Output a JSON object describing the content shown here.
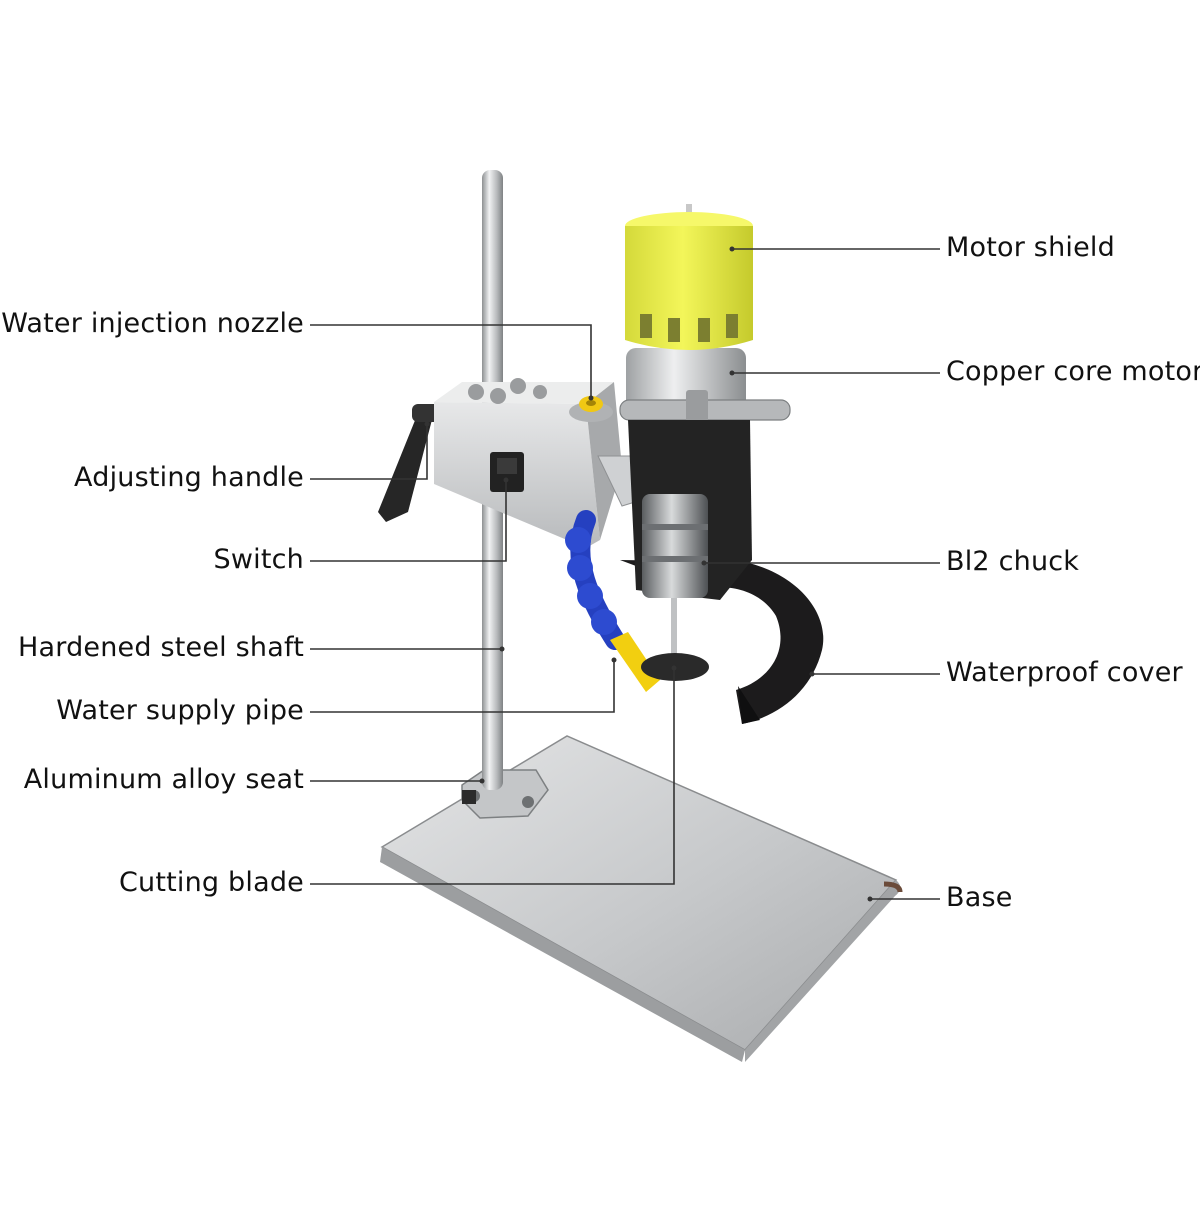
{
  "diagram": {
    "labels_left": [
      {
        "id": "water-injection-nozzle",
        "text": "Water injection nozzle"
      },
      {
        "id": "adjusting-handle",
        "text": "Adjusting handle"
      },
      {
        "id": "switch",
        "text": "Switch"
      },
      {
        "id": "hardened-steel-shaft",
        "text": "Hardened steel shaft"
      },
      {
        "id": "water-supply-pipe",
        "text": "Water supply pipe"
      },
      {
        "id": "aluminum-alloy-seat",
        "text": "Aluminum alloy seat"
      },
      {
        "id": "cutting-blade",
        "text": "Cutting blade"
      }
    ],
    "labels_right": [
      {
        "id": "motor-shield",
        "text": "Motor shield"
      },
      {
        "id": "copper-core-motor",
        "text": "Copper core motor"
      },
      {
        "id": "bl2-chuck",
        "text": "Bl2 chuck"
      },
      {
        "id": "waterproof-cover",
        "text": "Waterproof cover"
      },
      {
        "id": "base",
        "text": "Base"
      }
    ],
    "colors": {
      "background": "#ffffff",
      "leader_line": "#333333",
      "motor_shield": "#eaf045",
      "steel": "#c9cbcd",
      "nozzle_pipe": "#2540c0",
      "nozzle_tip": "#f2cf10",
      "cover": "#1c1b1c"
    }
  }
}
